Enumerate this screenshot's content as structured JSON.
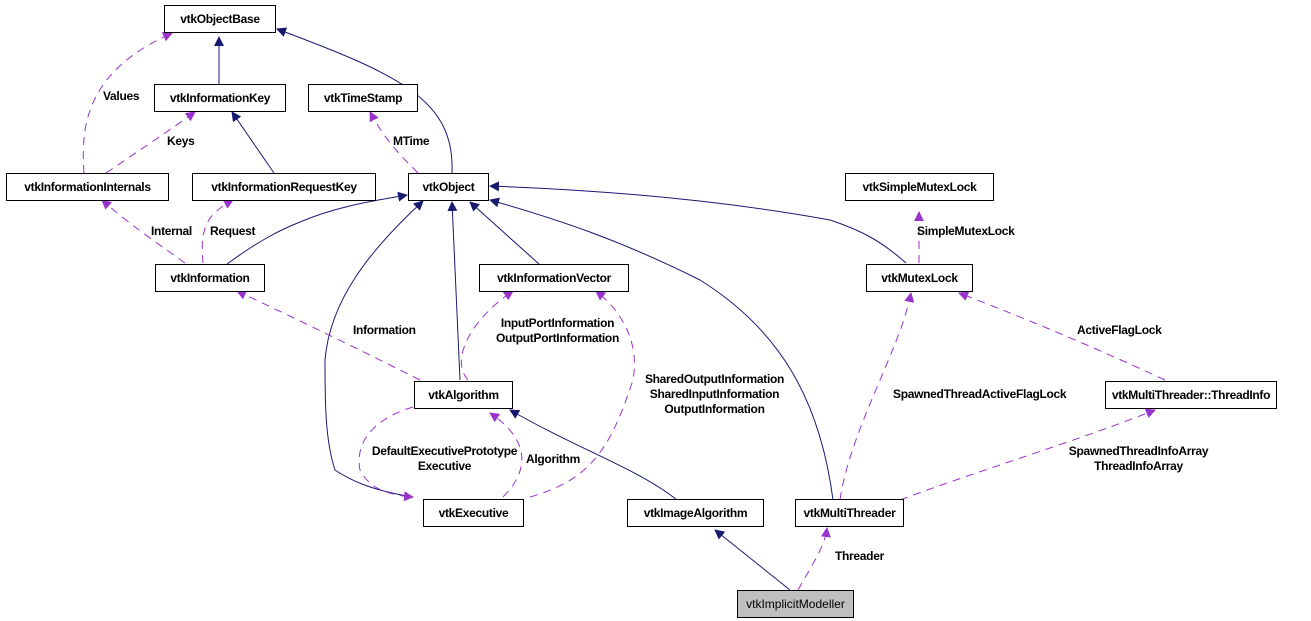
{
  "diagram": {
    "type": "collaboration-graph",
    "focus_class": "vtkImplicitModeller",
    "colors": {
      "inheritance_edge": "#191970",
      "usage_edge": "#9a32cd",
      "focus_fill": "#bfbfbf",
      "node_fill": "#ffffff"
    },
    "nodes": {
      "vtkObjectBase": "vtkObjectBase",
      "vtkInformationKey": "vtkInformationKey",
      "vtkTimeStamp": "vtkTimeStamp",
      "vtkInformationInternals": "vtkInformationInternals",
      "vtkInformationRequestKey": "vtkInformationRequestKey",
      "vtkObject": "vtkObject",
      "vtkSimpleMutexLock": "vtkSimpleMutexLock",
      "vtkInformation": "vtkInformation",
      "vtkInformationVector": "vtkInformationVector",
      "vtkMutexLock": "vtkMutexLock",
      "vtkAlgorithm": "vtkAlgorithm",
      "vtkThreadInfo": "vtkMultiThreader::ThreadInfo",
      "vtkExecutive": "vtkExecutive",
      "vtkImageAlgorithm": "vtkImageAlgorithm",
      "vtkMultiThreader": "vtkMultiThreader",
      "vtkImplicitModeller": "vtkImplicitModeller"
    },
    "edge_labels": {
      "values": "Values",
      "keys": "Keys",
      "mtime": "MTime",
      "internal": "Internal",
      "request": "Request",
      "information": "Information",
      "port_info_1": "InputPortInformation",
      "port_info_2": "OutputPortInformation",
      "simple_mutex_lock": "SimpleMutexLock",
      "active_flag_lock": "ActiveFlagLock",
      "shared_1": "SharedOutputInformation",
      "shared_2": "SharedInputInformation",
      "shared_3": "OutputInformation",
      "spawned_active_flag_lock": "SpawnedThreadActiveFlagLock",
      "default_exec_1": "DefaultExecutivePrototype",
      "default_exec_2": "Executive",
      "algorithm": "Algorithm",
      "thread_info_1": "SpawnedThreadInfoArray",
      "thread_info_2": "ThreadInfoArray",
      "threader": "Threader"
    }
  }
}
